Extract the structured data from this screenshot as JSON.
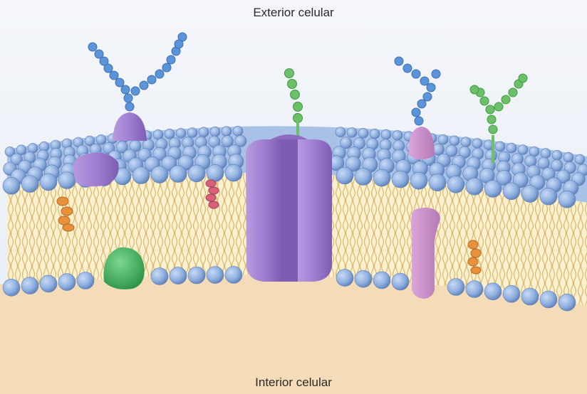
{
  "labels": {
    "exterior": "Exterior celular",
    "interior": "Interior celular"
  },
  "colors": {
    "background_top": "#eef2f7",
    "cytoplasm": "#f5dcb8",
    "phospholipid_head": "#8fb0e0",
    "phospholipid_head_shadow": "#5f80b8",
    "lipid_tail": "#e8c97a",
    "bilayer_core": "#fbf0cf",
    "protein_purple": "#a07ed0",
    "protein_purple_dark": "#7d5cb3",
    "protein_pink": "#c98ac9",
    "protein_green": "#3fae5a",
    "cholesterol_orange": "#e8913a",
    "cholesterol_pink": "#d9607a",
    "glycan_blue": "#5b94d8",
    "glycan_green": "#6cc067"
  },
  "icons": [
    "phospholipid-bilayer",
    "glycoprotein",
    "glycolipid",
    "channel-protein",
    "integral-protein",
    "peripheral-protein",
    "cholesterol"
  ]
}
